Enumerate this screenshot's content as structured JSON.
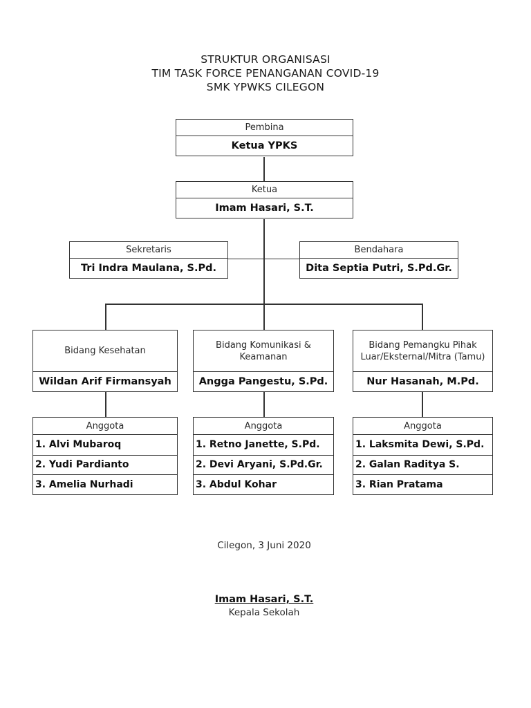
{
  "title": {
    "line1": "STRUKTUR ORGANISASI",
    "line2": "TIM TASK FORCE PENANGANAN COVID-19",
    "line3": "SMK YPWKS CILEGON"
  },
  "org": {
    "pembina": {
      "role": "Pembina",
      "name": "Ketua YPKS"
    },
    "ketua": {
      "role": "Ketua",
      "name": "Imam Hasari, S.T."
    },
    "sekretaris": {
      "role": "Sekretaris",
      "name": "Tri Indra Maulana, S.Pd."
    },
    "bendahara": {
      "role": "Bendahara",
      "name": "Dita Septia Putri, S.Pd.Gr."
    },
    "divisions": [
      {
        "role": "Bidang Kesehatan",
        "name": "Wildan Arif Firmansyah",
        "members_label": "Anggota",
        "members": [
          "1. Alvi Mubaroq",
          "2. Yudi Pardianto",
          "3. Amelia Nurhadi"
        ]
      },
      {
        "role": "Bidang Komunikasi &\nKeamanan",
        "name": "Angga Pangestu, S.Pd.",
        "members_label": "Anggota",
        "members": [
          "1. Retno Janette, S.Pd.",
          "2. Devi Aryani, S.Pd.Gr.",
          "3. Abdul Kohar"
        ]
      },
      {
        "role": "Bidang Pemangku Pihak\nLuar/Eksternal/Mitra (Tamu)",
        "name": "Nur Hasanah, M.Pd.",
        "members_label": "Anggota",
        "members": [
          "1. Laksmita Dewi, S.Pd.",
          "2. Galan Raditya S.",
          "3. Rian Pratama"
        ]
      }
    ]
  },
  "footer": {
    "dateline": "Cilegon, 3 Juni 2020",
    "signature_name": "Imam Hasari, S.T.",
    "signature_role": "Kepala Sekolah"
  },
  "colors": {
    "line": "#333333",
    "text": "#1a1a1a",
    "background": "#ffffff"
  }
}
